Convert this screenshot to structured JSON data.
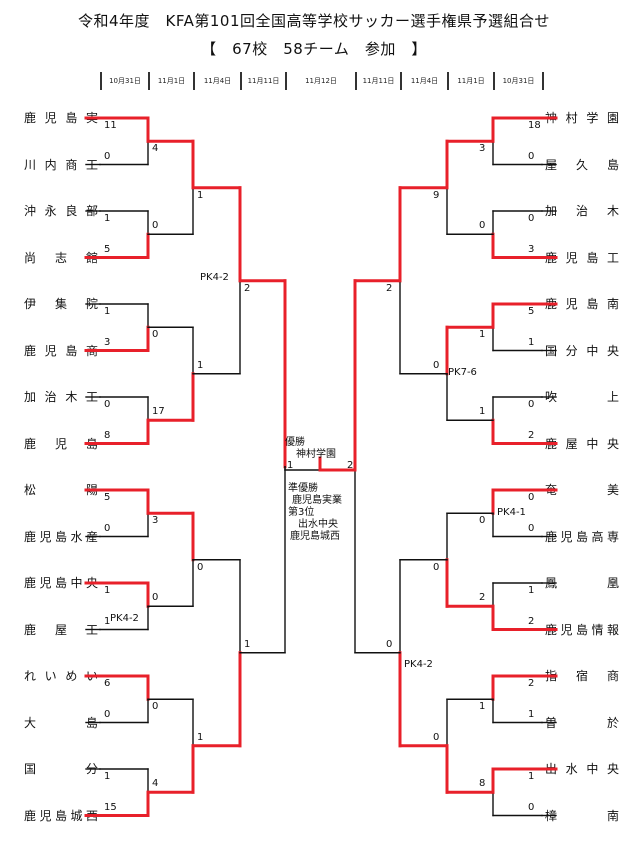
{
  "title": "令和4年度　KFA第101回全国高等学校サッカー選手権県予選組合せ",
  "subtitle": "【　67校　58チーム　参加　】",
  "dates": [
    "10月31日",
    "11月1日",
    "11月4日",
    "11月11日",
    "11月12日",
    "11月11日",
    "11月4日",
    "11月1日",
    "10月31日"
  ],
  "left_teams": [
    "鹿児島実",
    "川内商工",
    "沖永良部",
    "尚志館",
    "伊集院",
    "鹿児島商",
    "加治木工",
    "鹿児島",
    "松陽",
    "鹿児島水産",
    "鹿児島中央",
    "鹿屋工",
    "れいめい",
    "大島",
    "国分",
    "鹿児島城西"
  ],
  "right_teams": [
    "神村学園",
    "屋久島",
    "加治木",
    "鹿児島工",
    "鹿児島南",
    "国分中央",
    "吹上",
    "鹿屋中央",
    "奄美",
    "鹿児島高専",
    "鳳凰",
    "鹿児島情報",
    "指宿商",
    "曽於",
    "出水中央",
    "樟南"
  ],
  "left_r1_scores": [
    "11",
    "0",
    "1",
    "5",
    "1",
    "3",
    "0",
    "8",
    "5",
    "0",
    "1",
    "1",
    "6",
    "0",
    "1",
    "15"
  ],
  "left_r2_scores": [
    "4",
    "0",
    "0",
    "17",
    "3",
    "0",
    "0",
    "4"
  ],
  "left_r3_scores": [
    "1",
    "1",
    "0",
    "1"
  ],
  "left_r4_scores": [
    "2",
    "1"
  ],
  "right_r1_scores": [
    "18",
    "0",
    "0",
    "3",
    "5",
    "1",
    "0",
    "2",
    "0",
    "0",
    "1",
    "2",
    "2",
    "1",
    "1",
    "0"
  ],
  "right_r2_scores": [
    "3",
    "0",
    "1",
    "1",
    "0",
    "2",
    "1",
    "8"
  ],
  "right_r3_scores": [
    "9",
    "0",
    "0",
    "0"
  ],
  "right_r4_scores": [
    "2",
    "0"
  ],
  "final_scores": [
    "1",
    "2"
  ],
  "pk_labels": [
    "PK4-2",
    "PK7-6",
    "PK4-2",
    "PK4-1",
    "PK4-2"
  ],
  "results": {
    "winner_label": "優勝",
    "winner": "神村学園",
    "runner_up_label": "準優勝",
    "runner_up": "鹿児島実業",
    "third_label": "第3位",
    "third_1": "出水中央",
    "third_2": "鹿児島城西"
  },
  "colors": {
    "win": "#e8202a",
    "line": "#111111"
  }
}
